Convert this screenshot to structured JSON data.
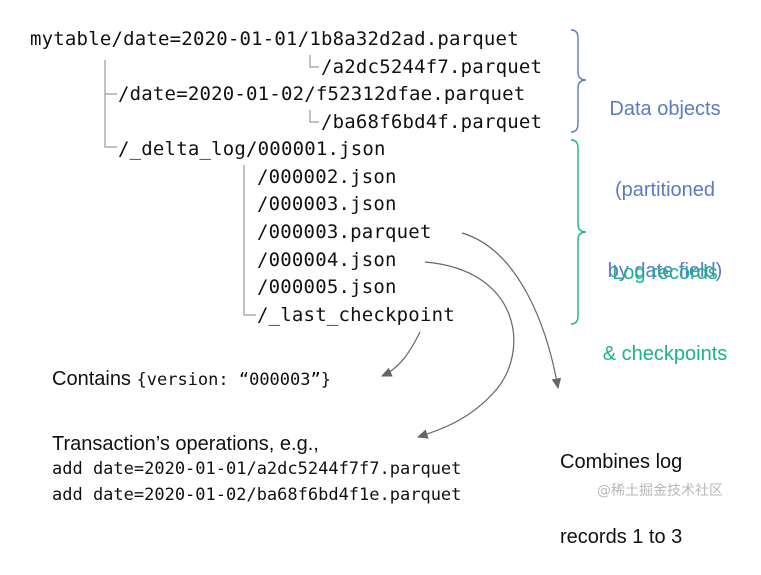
{
  "tree": {
    "l1": "mytable/date=2020-01-01/1b8a32d2ad.parquet",
    "l2": "/a2dc5244f7.parquet",
    "l3": "/date=2020-01-02/f52312dfae.parquet",
    "l4": "/ba68f6bd4f.parquet",
    "l5": "/_delta_log/000001.json",
    "l6": "/000002.json",
    "l7": "/000003.json",
    "l8": "/000003.parquet",
    "l9": "/000004.json",
    "l10": "/000005.json",
    "l11": "/_last_checkpoint"
  },
  "labels": {
    "data_objects": [
      "Data objects",
      "(partitioned",
      "by date field)"
    ],
    "log_records": [
      "Log records",
      "& checkpoints"
    ]
  },
  "notes": {
    "contains_prefix": "Contains ",
    "contains_code": "{version: “000003”}",
    "combines": [
      "Combines log",
      "records 1 to 3"
    ],
    "transaction": "Transaction’s operations, e.g.,",
    "add1": "add date=2020-01-01/a2dc5244f7f7.parquet",
    "add2": "add date=2020-01-02/ba68f6bd4f1e.parquet"
  },
  "watermark": "@稀土掘金技术社区",
  "colors": {
    "blue": "#5b7bc4",
    "green": "#19b38a",
    "line": "#9a9a9a",
    "arrow": "#666666"
  }
}
